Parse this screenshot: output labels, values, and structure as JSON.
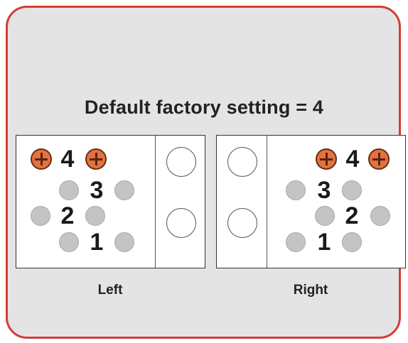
{
  "title": "Default factory setting = 4",
  "selected_setting": "4",
  "colors": {
    "frame_border": "#d63c34",
    "screw": "#e0733f",
    "hole": "#c4c4c4"
  },
  "left_panel": {
    "caption": "Left",
    "numbers": [
      "4",
      "3",
      "2",
      "1"
    ]
  },
  "right_panel": {
    "caption": "Right",
    "numbers": [
      "4",
      "3",
      "2",
      "1"
    ]
  }
}
